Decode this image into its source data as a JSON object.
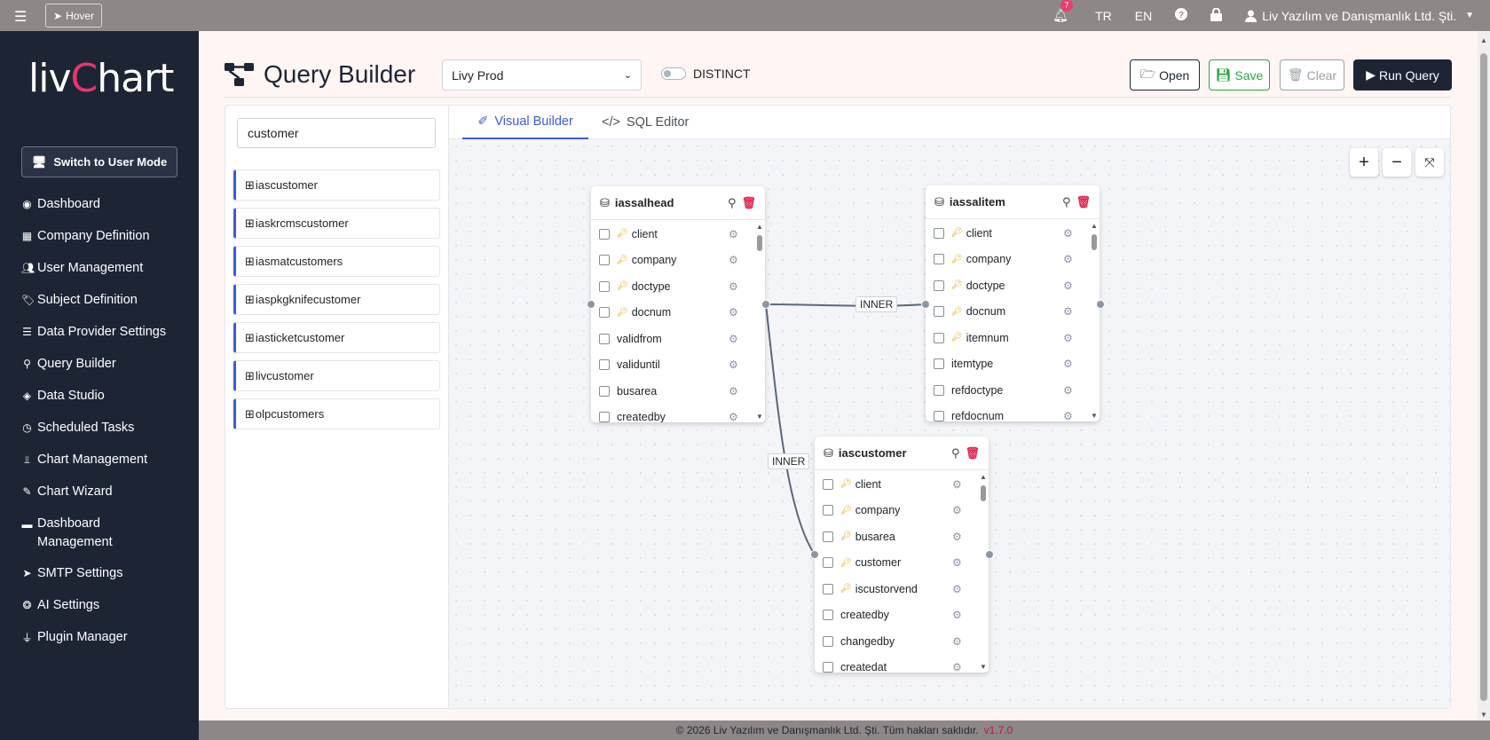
{
  "topbar": {
    "hover_label": "Hover",
    "notification_count": "7",
    "lang_tr": "TR",
    "lang_en": "EN",
    "user_name": "Liv Yazılım ve Danışmanlık Ltd. Şti."
  },
  "sidebar": {
    "logo_prefix": "liv",
    "logo_c": "C",
    "logo_suffix": "hart",
    "switch_label": "Switch to User Mode",
    "items": [
      {
        "label": "Dashboard",
        "icon": "palette-icon"
      },
      {
        "label": "Company Definition",
        "icon": "building-icon"
      },
      {
        "label": "User Management",
        "icon": "users-icon"
      },
      {
        "label": "Subject Definition",
        "icon": "tags-icon"
      },
      {
        "label": "Data Provider Settings",
        "icon": "server-icon"
      },
      {
        "label": "Query Builder",
        "icon": "search-icon"
      },
      {
        "label": "Data Studio",
        "icon": "layers-icon"
      },
      {
        "label": "Scheduled Tasks",
        "icon": "clock-icon"
      },
      {
        "label": "Chart Management",
        "icon": "chart-icon"
      },
      {
        "label": "Chart Wizard",
        "icon": "wand-icon"
      },
      {
        "label": "Dashboard Management",
        "icon": "dashboard-icon"
      },
      {
        "label": "SMTP Settings",
        "icon": "send-icon"
      },
      {
        "label": "AI Settings",
        "icon": "brain-icon"
      },
      {
        "label": "Plugin Manager",
        "icon": "plug-icon"
      }
    ]
  },
  "header": {
    "title": "Query Builder",
    "connection": "Livy Prod",
    "distinct_label": "DISTINCT",
    "open_label": "Open",
    "save_label": "Save",
    "clear_label": "Clear",
    "run_label": "Run Query"
  },
  "search": {
    "value": "customer"
  },
  "tables": [
    "iascustomer",
    "iaskrcmscustomer",
    "iasmatcustomers",
    "iaspkgknifecustomer",
    "iasticketcustomer",
    "livcustomer",
    "olpcustomers"
  ],
  "tabs": {
    "visual": "Visual Builder",
    "sql": "SQL Editor"
  },
  "nodes": {
    "iassalhead": {
      "name": "iassalhead",
      "fields": [
        {
          "name": "client",
          "key": true
        },
        {
          "name": "company",
          "key": true
        },
        {
          "name": "doctype",
          "key": true
        },
        {
          "name": "docnum",
          "key": true
        },
        {
          "name": "validfrom",
          "key": false
        },
        {
          "name": "validuntil",
          "key": false
        },
        {
          "name": "busarea",
          "key": false
        },
        {
          "name": "createdby",
          "key": false
        }
      ]
    },
    "iassalitem": {
      "name": "iassalitem",
      "fields": [
        {
          "name": "client",
          "key": true
        },
        {
          "name": "company",
          "key": true
        },
        {
          "name": "doctype",
          "key": true
        },
        {
          "name": "docnum",
          "key": true
        },
        {
          "name": "itemnum",
          "key": true
        },
        {
          "name": "itemtype",
          "key": false
        },
        {
          "name": "refdoctype",
          "key": false
        },
        {
          "name": "refdocnum",
          "key": false
        }
      ]
    },
    "iascustomer": {
      "name": "iascustomer",
      "fields": [
        {
          "name": "client",
          "key": true
        },
        {
          "name": "company",
          "key": true
        },
        {
          "name": "busarea",
          "key": true
        },
        {
          "name": "customer",
          "key": true
        },
        {
          "name": "iscustorvend",
          "key": true
        },
        {
          "name": "createdby",
          "key": false
        },
        {
          "name": "changedby",
          "key": false
        },
        {
          "name": "createdat",
          "key": false
        }
      ]
    }
  },
  "joins": [
    {
      "label": "INNER"
    },
    {
      "label": "INNER"
    }
  ],
  "footer": {
    "copyright": "© 2026 Liv Yazılım ve Danışmanlık Ltd. Şti. Tüm hakları saklıdır.",
    "version": "v1.7.0"
  },
  "colors": {
    "accent": "#3b5bdb",
    "brand": "#e8356f",
    "sidebar_bg": "#1d2535",
    "key": "#e0a800",
    "danger": "#e0284f"
  }
}
